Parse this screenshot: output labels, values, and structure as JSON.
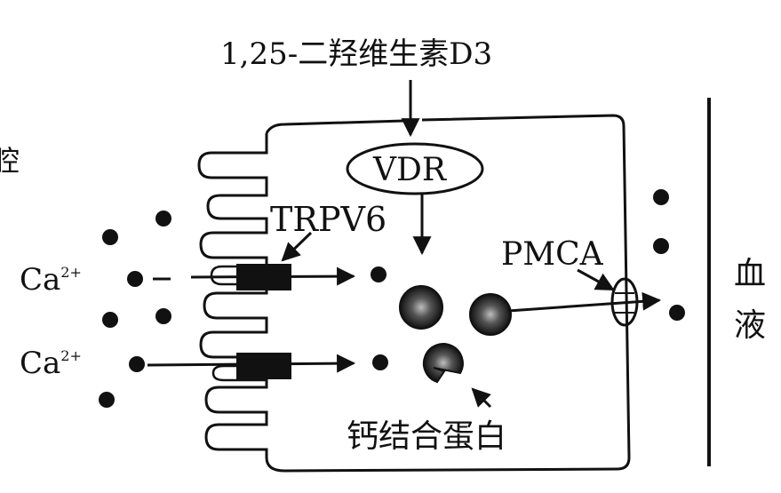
{
  "diagram": {
    "hormone_label": "1,25-二羟维生素D3",
    "receptor_label": "VDR",
    "channel_label": "TRPV6",
    "pump_label": "PMCA",
    "ion_label_top": "Ca",
    "ion_label_top_sup": "2+",
    "ion_label_bottom": "Ca",
    "ion_label_bottom_sup": "2+",
    "protein_label": "钙结合蛋白",
    "lumen_label_partial": "腔",
    "blood_label_line1": "血",
    "blood_label_line2": "液"
  },
  "colors": {
    "stroke": "#111111",
    "background": "#ffffff"
  }
}
